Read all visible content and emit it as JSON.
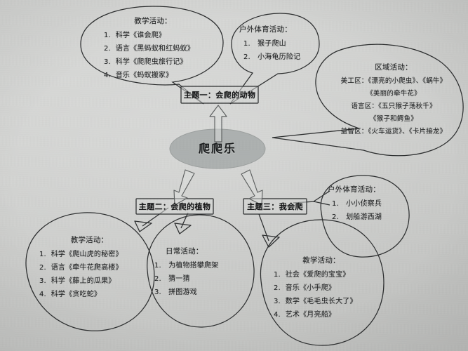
{
  "diagram": {
    "title": "爬爬乐",
    "center_node": {
      "label": "爬爬乐"
    },
    "themes": [
      {
        "id": "theme1",
        "label": "主题一：会爬的动物"
      },
      {
        "id": "theme2",
        "label": "主题二：会爬的植物"
      },
      {
        "id": "theme3",
        "label": "主题三：我会爬"
      }
    ],
    "bubbles": [
      {
        "id": "b-teach-animals",
        "heading": "教学活动：",
        "items": [
          "1.  科学《谁会爬》",
          "2.  语言《黑蚂蚁和红蚂蚁》",
          "3.  科学《爬爬虫旅行记》",
          "4.  音乐《蚂蚁搬家》"
        ]
      },
      {
        "id": "b-outdoor-animals",
        "heading": "户外体育活动：",
        "items": [
          "1.   猴子爬山",
          "2.   小海龟历险记"
        ]
      },
      {
        "id": "b-region-animals",
        "heading": "区域活动：",
        "items": [
          "美工区：《漂亮的小爬虫》、《蜗牛》",
          "《美丽的牵牛花》",
          "语言区：《五只猴子荡秋千》",
          "《猴子和鳄鱼》",
          "益智区：《火车运货》、《卡片接龙》"
        ]
      },
      {
        "id": "b-teach-plants",
        "heading": "教学活动：",
        "items": [
          "1.  科学《爬山虎的秘密》",
          "2.  语言《牵牛花爬高楼》",
          "3.  科学《藤上的瓜果》",
          "4.  科学《贪吃蛇》"
        ]
      },
      {
        "id": "b-daily-plants",
        "heading": "日常活动：",
        "items": [
          "1.   为植物搭攀爬架",
          "2.   猜一猜",
          "3.   拼图游戏"
        ]
      },
      {
        "id": "b-outdoor-me",
        "heading": "户外体育活动：",
        "items": [
          "1.   小小侦察兵",
          "2.   划船游西湖"
        ]
      },
      {
        "id": "b-teach-me",
        "heading": "教学活动：",
        "items": [
          "1.  社会《爱爬的宝宝》",
          "2.  音乐《小手爬》",
          "3.  数学《毛毛虫长大了》",
          "4.  艺术《月亮船》"
        ]
      }
    ],
    "colors": {
      "paper": "#cfd0cf",
      "ink": "#1d1f20",
      "hub_fill": "#adb1b0"
    }
  }
}
